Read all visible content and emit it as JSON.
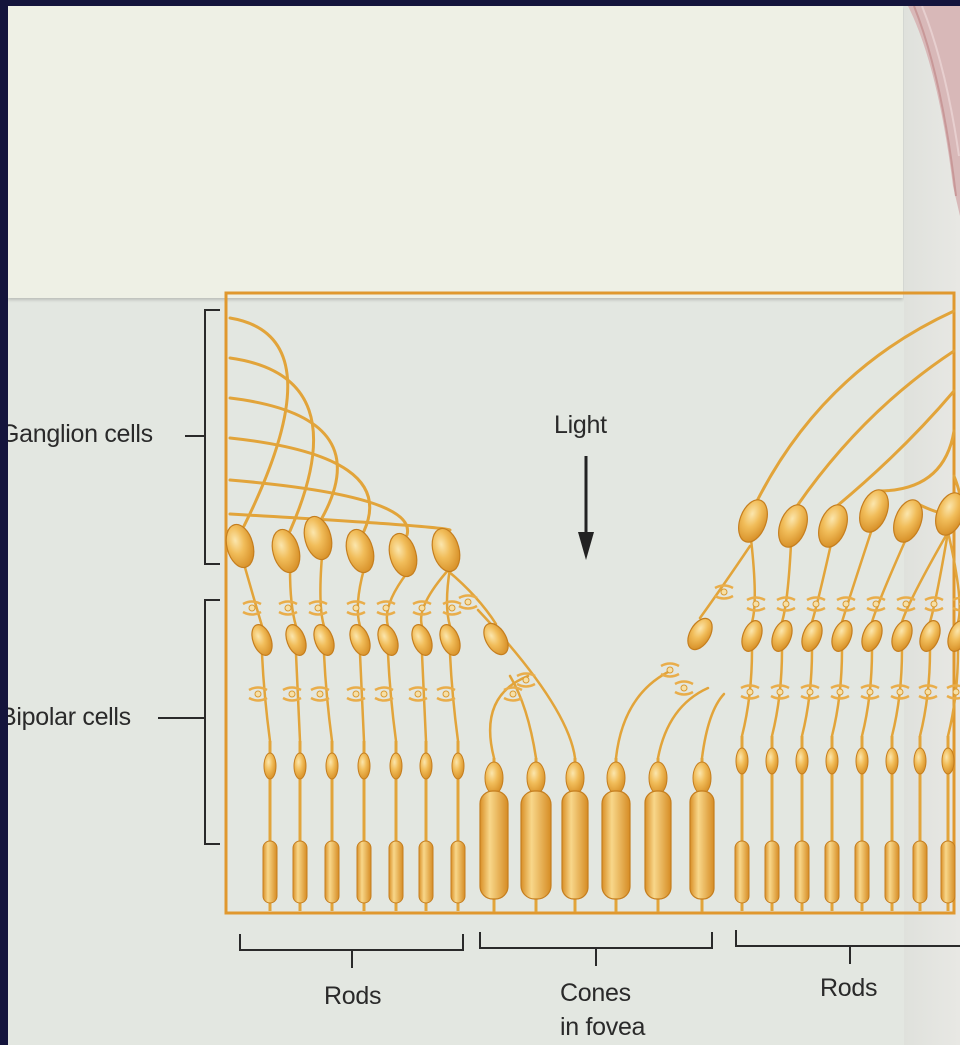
{
  "labels": {
    "ganglion": "Ganglion cells",
    "bipolar": "Bipolar cells",
    "light": "Light",
    "rods_left": "Rods",
    "cones_line1": "Cones",
    "cones_line2": "in fovea",
    "rods_right": "Rods"
  },
  "colors": {
    "cell_fill": "#e8a73a",
    "cell_stroke": "#c57e1e",
    "box_stroke": "#e0982e",
    "frame": "#14143c"
  }
}
